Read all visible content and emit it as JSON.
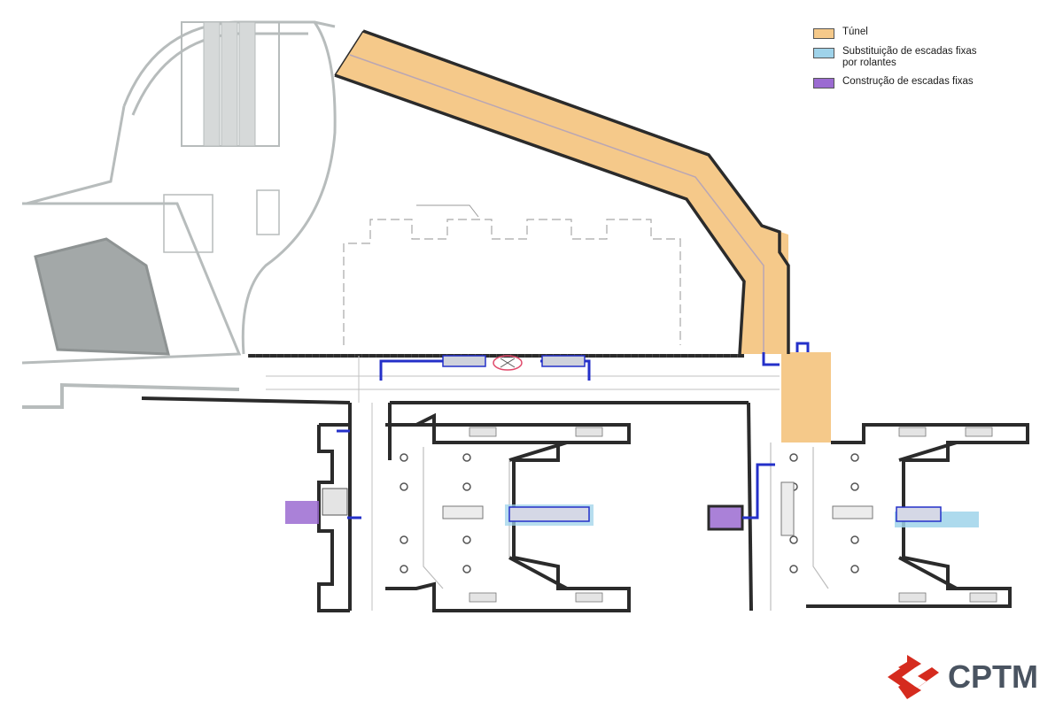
{
  "legend": {
    "items": [
      {
        "label": "Túnel",
        "color": "#f5c98a"
      },
      {
        "label": "Substituição de escadas fixas por rolantes",
        "color": "#9fd3ea"
      },
      {
        "label": "Construção de escadas fixas",
        "color": "#9b6bd1"
      }
    ]
  },
  "logo": {
    "text": "CPTM",
    "color": "#d52b1e"
  },
  "colors": {
    "wall": "#2b2b2b",
    "grey_structure": "#b7bcbc",
    "tunnel": "#f5c98a",
    "escalator_highlight": "#9fd3ea",
    "stairs_highlight": "#9b6bd1",
    "route_blue": "#2430c9"
  }
}
